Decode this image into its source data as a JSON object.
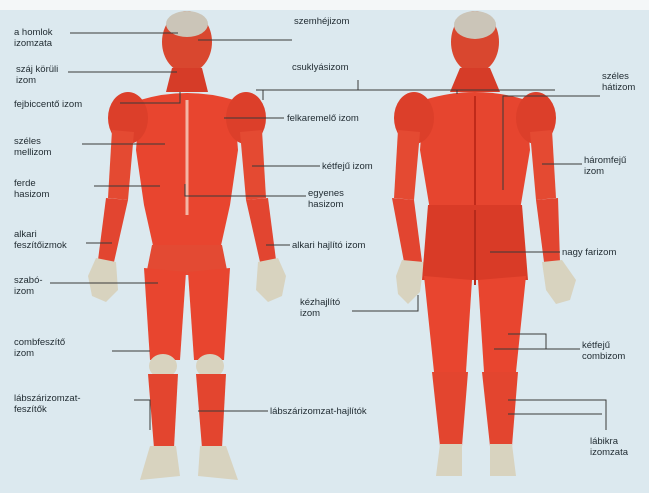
{
  "colors": {
    "background": "#dce9ef",
    "muscle": "#e8452f",
    "muscle_dark": "#c92e1f",
    "tendon": "#d8d3bf",
    "skin": "#cfc7b4",
    "leader_line": "#3a3a3a",
    "label_text": "#1f2a30"
  },
  "labels": {
    "homlok": "a homlok\nizomzata",
    "szemhej": "szemhéjizom",
    "szaj": "száj körüli\nizom",
    "csuklya": "csuklyásizom",
    "szeles_hat": "széles\nhátizom",
    "fejbiccento": "fejbiccentő izom",
    "felkaremelo": "felkaremelő izom",
    "szeles_mell": "széles\nmellizom",
    "ketfeju": "kétfejű izom",
    "haromfeju": "háromfejű\nizom",
    "ferde_has": "ferde\nhasizom",
    "egyenes_has": "egyenes\nhasizom",
    "alkari_fesz": "alkari\nfeszítőizmok",
    "alkari_hajl": "alkari hajlító izom",
    "nagy_far": "nagy farizom",
    "szabo": "szabó-\nizom",
    "kezhajlito": "kézhajlító\nizom",
    "combfeszito": "combfeszítő\nizom",
    "ketfeju_comb": "kétfejű\ncombizom",
    "labszar_fesz": "lábszárizomzat-\nfeszítők",
    "labszar_hajl": "lábszárizomzat-hajlítók",
    "labikra": "lábikra\nizomzata"
  }
}
